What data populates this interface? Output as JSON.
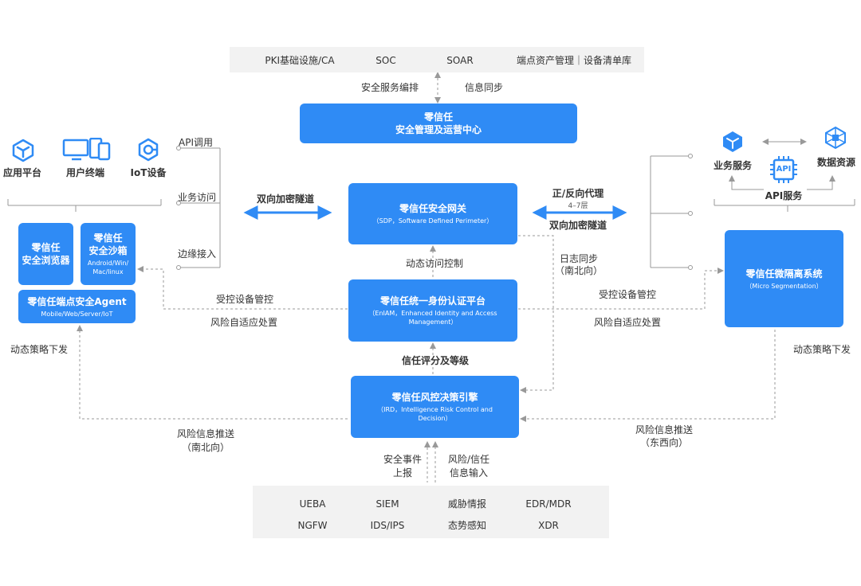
{
  "top_bar": {
    "items": [
      "PKI基础设施/CA",
      "SOC",
      "SOAR",
      "端点资产管理｜设备清单库"
    ]
  },
  "bottom_bar": {
    "row1": [
      "UEBA",
      "SIEM",
      "威胁情报",
      "EDR/MDR"
    ],
    "row2": [
      "NGFW",
      "IDS/IPS",
      "态势感知",
      "XDR"
    ]
  },
  "ops_center": {
    "title": "零信任",
    "subtitle": "安全管理及运营中心"
  },
  "gateway": {
    "title": "零信任安全网关",
    "subtitle": "（SDP，Software Defined Perimeter）"
  },
  "iam": {
    "title": "零信任统一身份认证平台",
    "subtitle": "（EnIAM，Enhanced Identity and Access Management）"
  },
  "risk_engine": {
    "title": "零信任风控决策引擎",
    "subtitle": "（IRD，Intelligence Risk Control and Decision）"
  },
  "micro_seg": {
    "title": "零信任微隔离系统",
    "subtitle": "（Micro Segmentation）"
  },
  "browser": {
    "title": "零信任\n安全浏览器"
  },
  "sandbox": {
    "title": "零信任\n安全沙箱",
    "subtitle": "Android/Win/\nMac/linux"
  },
  "agent": {
    "title": "零信任端点安全Agent",
    "subtitle": "Mobile/Web/Server/IoT"
  },
  "left_icons": {
    "app": "应用平台",
    "terminal": "用户终端",
    "iot": "IoT设备"
  },
  "right_icons": {
    "business": "业务服务",
    "api": "API服务",
    "data": "数据资源",
    "api_chip": "API"
  },
  "labels": {
    "svc_orch": "安全服务编排",
    "info_sync": "信息同步",
    "api_call": "API调用",
    "biz_access": "业务访问",
    "edge_access": "边缘接入",
    "tunnel_left": "双向加密隧道",
    "proxy": "正/反向代理",
    "layers": "4–7层",
    "tunnel_right": "双向加密隧道",
    "dyn_access": "动态访问控制",
    "log_sync": "日志同步",
    "log_sync_dir": "（南北向）",
    "ctrl_left": "受控设备管控",
    "risk_left": "风险自适应处置",
    "ctrl_right": "受控设备管控",
    "risk_right": "风险自适应处置",
    "policy_left": "动态策略下发",
    "policy_right": "动态策略下发",
    "trust_score": "信任评分及等级",
    "push_left": "风险信息推送",
    "push_left_dir": "（南北向）",
    "push_right": "风险信息推送",
    "push_right_dir": "（东西向）",
    "event_report": "安全事件\n上报",
    "risk_input": "风险/信任\n信息输入"
  },
  "colors": {
    "primary_blue": "#2f8bf5",
    "gray_panel": "#f2f2f2",
    "line_gray": "#999999"
  }
}
